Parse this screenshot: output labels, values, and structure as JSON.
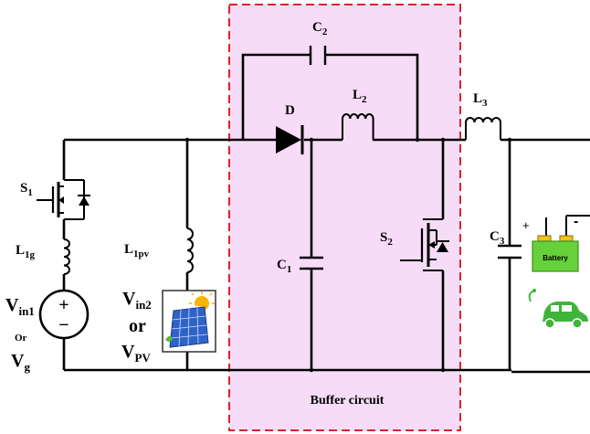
{
  "labels": {
    "c2": {
      "main": "C",
      "sub": "2"
    },
    "d": "D",
    "l2": {
      "main": "L",
      "sub": "2"
    },
    "l3": {
      "main": "L",
      "sub": "3"
    },
    "s1": {
      "main": "S",
      "sub": "1"
    },
    "l1g": {
      "main": "L",
      "sub": "1g"
    },
    "l1pv": {
      "main": "L",
      "sub": "1pv"
    },
    "vin1": {
      "main": "V",
      "sub": "in1"
    },
    "or1": "Or",
    "vg": {
      "main": "V",
      "sub": "g"
    },
    "vin2": {
      "main": "V",
      "sub": "in2"
    },
    "or2": "or",
    "vpv": {
      "main": "V",
      "sub": "PV"
    },
    "c1": {
      "main": "C",
      "sub": "1"
    },
    "s2": {
      "main": "S",
      "sub": "2"
    },
    "c3": {
      "main": "C",
      "sub": "3"
    },
    "plus": "+",
    "minus": "-",
    "src_plus": "+",
    "src_minus": "−",
    "battery": "Battery",
    "buffer": "Buffer circuit"
  },
  "colors": {
    "buffer_fill": "#f7dcf7",
    "buffer_border": "#e0202a",
    "battery_body": "#66d13a",
    "battery_top": "#f2c21b",
    "car": "#3fb43a",
    "panel": "#2f63c9",
    "sun": "#f7b500"
  },
  "icons": [
    "solar-panel-icon",
    "battery-icon",
    "electric-car-icon",
    "sun-icon"
  ]
}
